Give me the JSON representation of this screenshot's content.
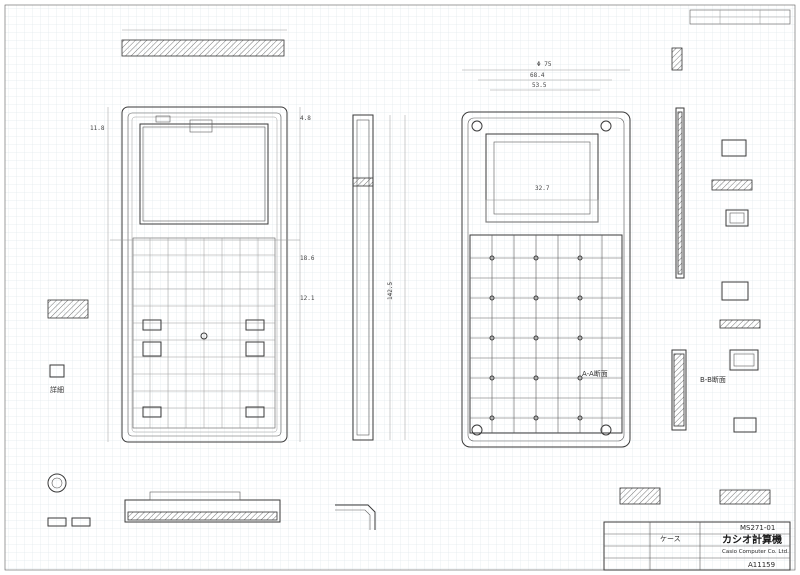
{
  "title_block": {
    "company": "カシオ計算機",
    "company_en": "Casio Computer Co. Ltd.",
    "drawing_no": "MS271-01",
    "part_name": "ケース",
    "sheet_no": "A11159"
  },
  "section_labels": {
    "section_a": "A-A断面",
    "section_b": "B-B断面",
    "detail": "詳細"
  },
  "dimensions": {
    "width_top": "Φ 75",
    "height_side": "142.5",
    "sub_a": "68.4",
    "sub_b": "53.5",
    "sub_c": "32.7"
  },
  "colors": {
    "paper": "#ffffff",
    "ink": "#3a3a3a",
    "grid": "#c8d4dc"
  }
}
